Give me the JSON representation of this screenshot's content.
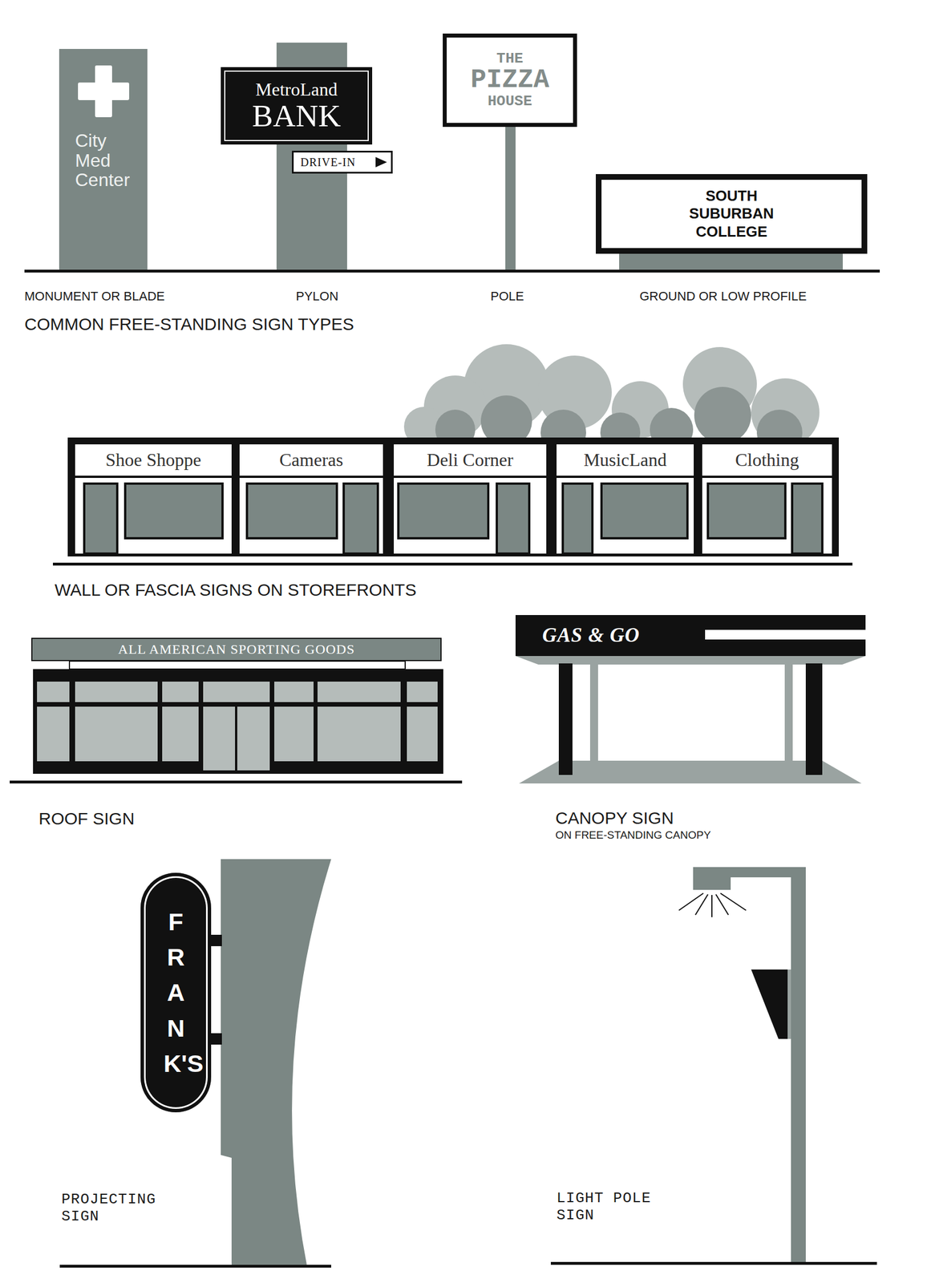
{
  "diagram": {
    "nodes": [
      {
        "text": [
          "City Med Center"
        ]
      },
      {
        "text": [
          "MetroLand",
          "BANK"
        ]
      },
      {
        "text": [
          "DRIVE-IN"
        ]
      },
      {
        "text": [
          "THE",
          "PIZZA",
          "HOUSE"
        ]
      },
      {
        "text": [
          "SOUTH SUBURBAN COLLEGE"
        ]
      },
      {
        "text": [
          "Shoe Shoppe"
        ]
      },
      {
        "text": [
          "Cameras"
        ]
      },
      {
        "text": [
          "Deli Corner"
        ]
      },
      {
        "text": [
          "MusicLand"
        ]
      },
      {
        "text": [
          "Clothing"
        ]
      },
      {
        "text": [
          "ALL AMERICAN SPORTING GOODS"
        ]
      },
      {
        "text": [
          "GAS & GO"
        ]
      },
      {
        "text": [
          "FRANK'S"
        ]
      }
    ],
    "labels": [
      "MONUMENT OR BLADE",
      "PYLON",
      "POLE",
      "GROUND OR LOW PROFILE",
      "COMMON FREE-STANDING SIGN TYPES",
      "WALL OR FASCIA SIGNS ON STOREFRONTS",
      "ROOF SIGN",
      "CANOPY SIGN",
      "ON FREE-STANDING CANOPY",
      "PROJECTING SIGN",
      "LIGHT POLE SIGN"
    ]
  }
}
